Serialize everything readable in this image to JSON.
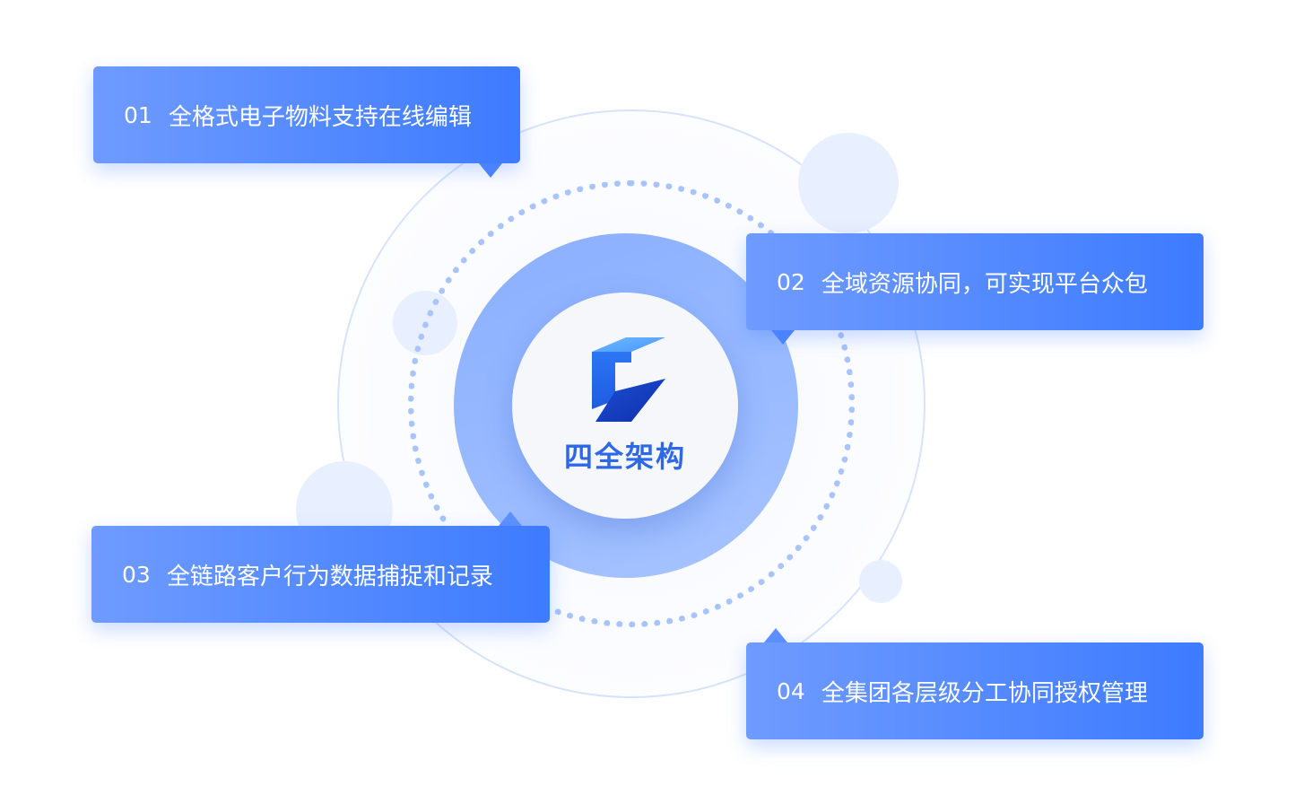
{
  "center": {
    "title": "四全架构",
    "logo_icon": "logo-icon"
  },
  "colors": {
    "primary": "#3d7bff",
    "card_start": "#6f9bff",
    "ring_fill": "#99baff",
    "title": "#2e68e6"
  },
  "features": [
    {
      "number": "01",
      "text": "全格式电子物料支持在线编辑"
    },
    {
      "number": "02",
      "text": "全域资源协同，可实现平台众包"
    },
    {
      "number": "03",
      "text": "全链路客户行为数据捕捉和记录"
    },
    {
      "number": "04",
      "text": "全集团各层级分工协同授权管理"
    }
  ]
}
